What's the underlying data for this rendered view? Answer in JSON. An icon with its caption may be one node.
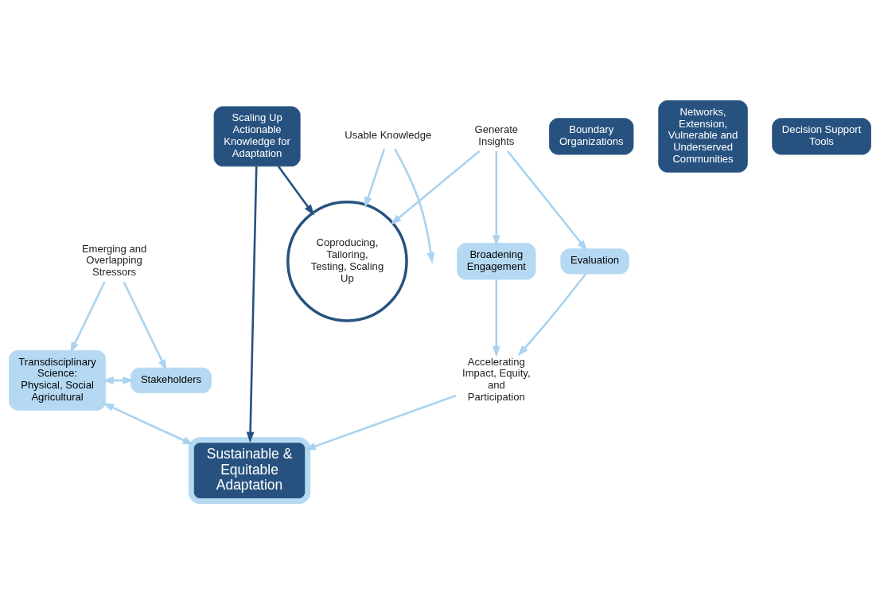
{
  "diagram": {
    "nodes": [
      {
        "text": [
          "Sustainable & Equitable Adaptation"
        ]
      },
      {
        "text": [
          "Emerging and Overlapping Stressors"
        ]
      },
      {
        "text": [
          "Transdisciplinary Science: Physical, Social Agricultural"
        ]
      },
      {
        "text": [
          "Stakeholders"
        ]
      },
      {
        "text": [
          "Scaling Up Actionable Knowledge for Adaptation"
        ]
      },
      {
        "text": [
          "Usable Knowledge"
        ]
      },
      {
        "text": [
          "Accelerating Impact, Equity, and Participation"
        ]
      },
      {
        "text": [
          "Broadening Engagement"
        ]
      },
      {
        "text": [
          "Evaluation"
        ]
      },
      {
        "text": [
          "Generate Insights"
        ]
      },
      {
        "text": [
          "Coproducing, Tailoring, Testing, Scaling Up"
        ]
      },
      {
        "text": [
          "Boundary Organizations"
        ]
      },
      {
        "text": [
          "Networks, Extension, Vulnerable and Underserved Communities"
        ]
      },
      {
        "text": [
          "Decision Support Tools"
        ]
      }
    ],
    "edges": [
      {
        "from": 2,
        "to": 0,
        "arrow": "both"
      },
      {
        "from": 1,
        "to": 2,
        "arrow": "to"
      },
      {
        "from": 1,
        "to": 3,
        "arrow": "to"
      },
      {
        "from": 2,
        "to": 3,
        "arrow": "both"
      },
      {
        "from": 4,
        "to": 0,
        "arrow": "to",
        "color": "#27527f"
      },
      {
        "from": 4,
        "to": 10,
        "arrow": "to",
        "color": "#27527f"
      },
      {
        "from": 5,
        "to": null,
        "arrow": "to"
      },
      {
        "from": 5,
        "to": 10,
        "arrow": "to"
      },
      {
        "from": 6,
        "to": 0,
        "arrow": "to"
      },
      {
        "from": 7,
        "to": 6,
        "arrow": "to"
      },
      {
        "from": 8,
        "to": 6,
        "arrow": "to"
      },
      {
        "from": 9,
        "to": 7,
        "arrow": "to"
      },
      {
        "from": 9,
        "to": 8,
        "arrow": "to"
      },
      {
        "from": 9,
        "to": 10,
        "arrow": "to"
      }
    ]
  }
}
